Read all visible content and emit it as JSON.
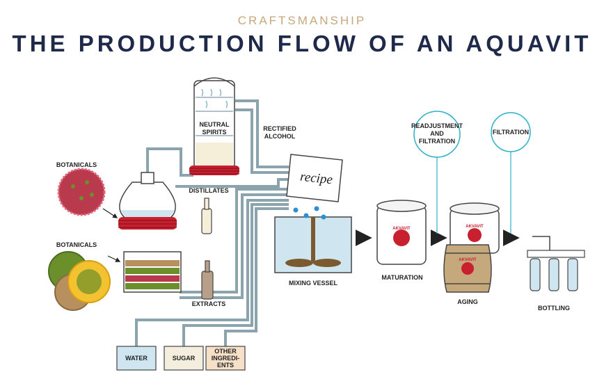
{
  "header": {
    "kicker": "CRAFTSMANSHIP",
    "title": "THE PRODUCTION FLOW OF AN AQUAVIT"
  },
  "labels": {
    "botanicals_1": "BOTANICALS",
    "botanicals_2": "BOTANICALS",
    "neutral_spirits_1": "NEUTRAL",
    "neutral_spirits_2": "SPIRITS",
    "rectified_1": "RECTIFIED",
    "rectified_2": "ALCOHOL",
    "distillates": "DISTILLATES",
    "extracts": "EXTRACTS",
    "recipe": "recipe",
    "mixing_vessel": "MIXING VESSEL",
    "maturation": "MATURATION",
    "aging": "AGING",
    "readjust_1": "READJUSTMENT",
    "readjust_2": "AND",
    "readjust_3": "FILTRATION",
    "filtration": "FILTRATION",
    "bottling": "BOTTLING",
    "water": "WATER",
    "sugar": "SUGAR",
    "other_1": "OTHER",
    "other_2": "INGREDI-",
    "other_3": "ENTS",
    "akvavit_1": "AKVAVIT",
    "akvavit_2": "AKVAVIT",
    "akvavit_3": "AKVAVIT"
  },
  "colors": {
    "navy": "#1f2a4a",
    "gold": "#c5a87c",
    "pipe": "#8aa3ad",
    "liquid": "#cfe6f1",
    "coil_red": "#c8202f",
    "circle_stroke": "#2bb0c9",
    "berry_red": "#b83a4c",
    "juniper_green": "#6b8f2a",
    "yellow": "#f3c230",
    "sugar_fill": "#f4eedf",
    "other_fill": "#f6e0c8"
  }
}
